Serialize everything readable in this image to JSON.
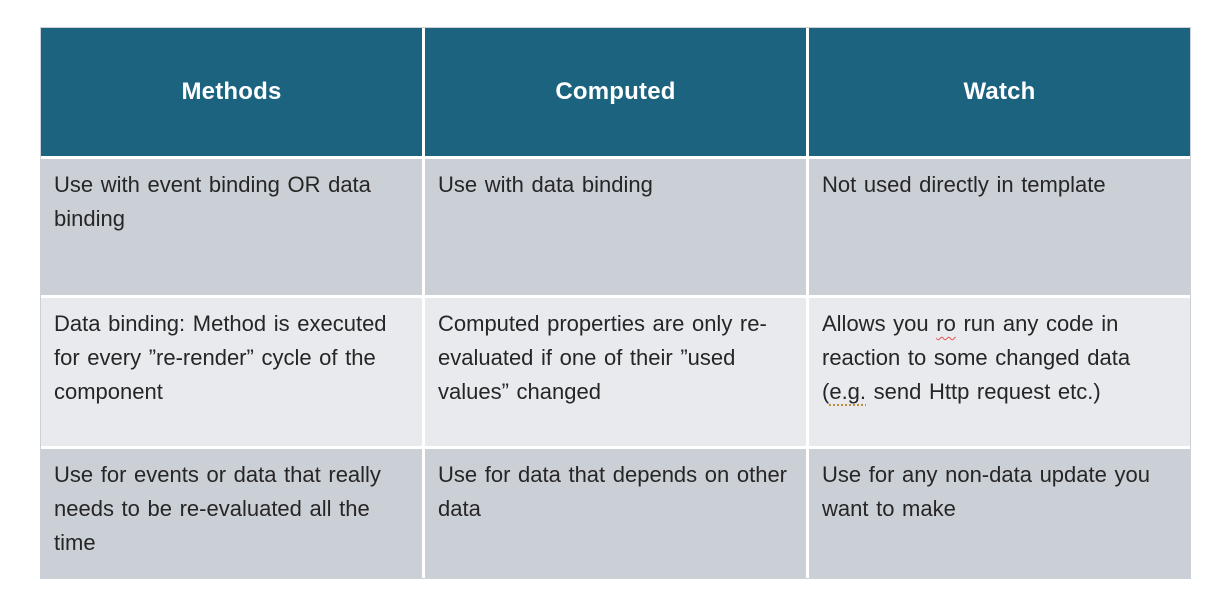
{
  "colors": {
    "page_background": "#FFFFFF",
    "header_background": "#1C6380",
    "header_text": "#FFFFFF",
    "row_band_dark": "#CBCFD6",
    "row_band_light": "#E8EAEE",
    "body_text": "#262626",
    "grid_line": "#FFFFFF",
    "spellcheck_underline_red": "#E4534D",
    "grammar_underline_gold": "#BD8D3E"
  },
  "table": {
    "headers": [
      "Methods",
      "Computed",
      "Watch"
    ],
    "rows": [
      {
        "methods": "Use with event binding OR data binding",
        "computed": "Use with data binding",
        "watch": "Not used directly in template"
      },
      {
        "methods": "Data binding: Method is executed for every ”re-render” cycle of the component",
        "computed": "Computed properties are only re-evaluated if one of their ”used values” changed",
        "watch_parts": {
          "p1": "Allows you ",
          "misspelled_word": "ro",
          "p2": " run any code in reaction to some changed data (",
          "grammar_flagged": "e.g.",
          "p3": " send Http request etc.)"
        }
      },
      {
        "methods": "Use for events or data that really needs to be re-evaluated all the time",
        "computed": "Use for data that depends on other data",
        "watch": "Use for any non-data update you want to make"
      }
    ]
  }
}
